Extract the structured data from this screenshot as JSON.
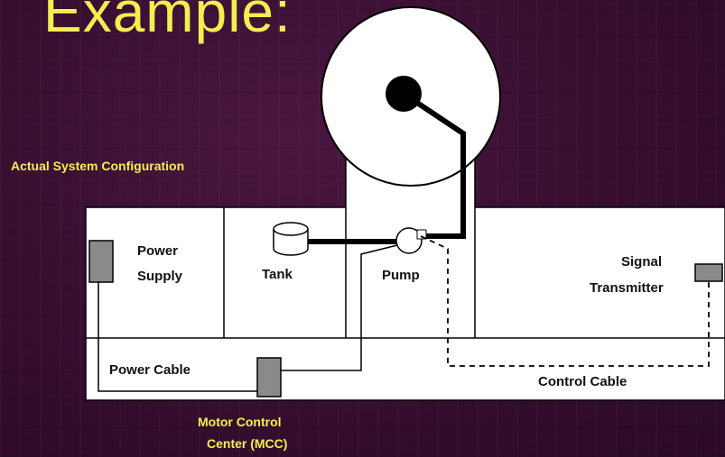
{
  "title": "Example:",
  "diagram": {
    "caption": "Actual System Configuration",
    "labels": {
      "power_supply_line1": "Power",
      "power_supply_line2": "Supply",
      "tank": "Tank",
      "pump": "Pump",
      "signal_line1": "Signal",
      "signal_line2": "Transmitter",
      "power_cable": "Power Cable",
      "control_cable": "Control Cable",
      "mcc_line1": "Motor Control",
      "mcc_line2": "Center (MCC)"
    }
  },
  "colors": {
    "title": "#f2ef50",
    "panel": "#ffffff",
    "component": "#888888"
  }
}
